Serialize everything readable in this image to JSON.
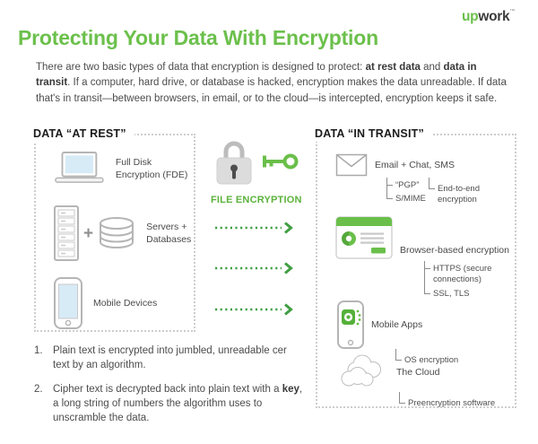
{
  "brand": {
    "logo_up": "up",
    "logo_work": "work",
    "tm": "™"
  },
  "title": "Protecting Your Data With Encryption",
  "intro": {
    "seg1": "There are two basic types of data that encryption is designed to protect: ",
    "bold1": "at rest data",
    "seg2": " and ",
    "bold2": "data in transit",
    "seg3": ". If a computer, hard drive, or database is hacked, encryption makes the data unreadable. If data that's in transit—between browsers, in email, or to the cloud—is intercepted, encryption keeps it safe."
  },
  "at_rest": {
    "header": "DATA “AT REST”",
    "items": [
      {
        "icon": "laptop-icon",
        "label": "Full Disk Encryption (FDE)"
      },
      {
        "icon": "servers-databases-icon",
        "label": "Servers + Databases"
      },
      {
        "icon": "mobile-device-icon",
        "label": "Mobile Devices"
      }
    ]
  },
  "middle": {
    "file_encryption_label": "FILE ENCRYPTION",
    "icons": [
      "lock-icon",
      "key-icon"
    ],
    "arrow_count": 3
  },
  "in_transit": {
    "header": "DATA “IN TRANSIT”",
    "email": {
      "label": "Email + Chat, SMS",
      "pgp": "“PGP”",
      "smime": "S/MIME",
      "e2e": "End-to-end encryption"
    },
    "browser": {
      "label": "Browser-based encryption",
      "https": "HTTPS (secure connections)",
      "ssl": "SSL, TLS"
    },
    "mobile": {
      "label": "Mobile Apps",
      "os": "OS encryption"
    },
    "cloud": {
      "label": "The Cloud",
      "pre": "Preencryption software"
    }
  },
  "notes": [
    {
      "num": "1.",
      "pre": "Plain text is encrypted into jumbled, unreadable cer text by an algorithm.",
      "bold": "",
      "post": ""
    },
    {
      "num": "2.",
      "pre": "Cipher text is decrypted back into plain text with a ",
      "bold": "key",
      "post": ", a long string of numbers the algorithm uses to unscramble the data."
    }
  ],
  "colors": {
    "brand_green": "#6abf4a",
    "title_green": "#6cc04c",
    "file_encryption_green": "#5cb23c",
    "arrow_green": "#3f9f42",
    "icon_gray": "#b5b5b5",
    "screen_blue": "#d7ebf6",
    "dotted_border": "#cdcdcd",
    "text_dark": "#4a4a4a"
  }
}
